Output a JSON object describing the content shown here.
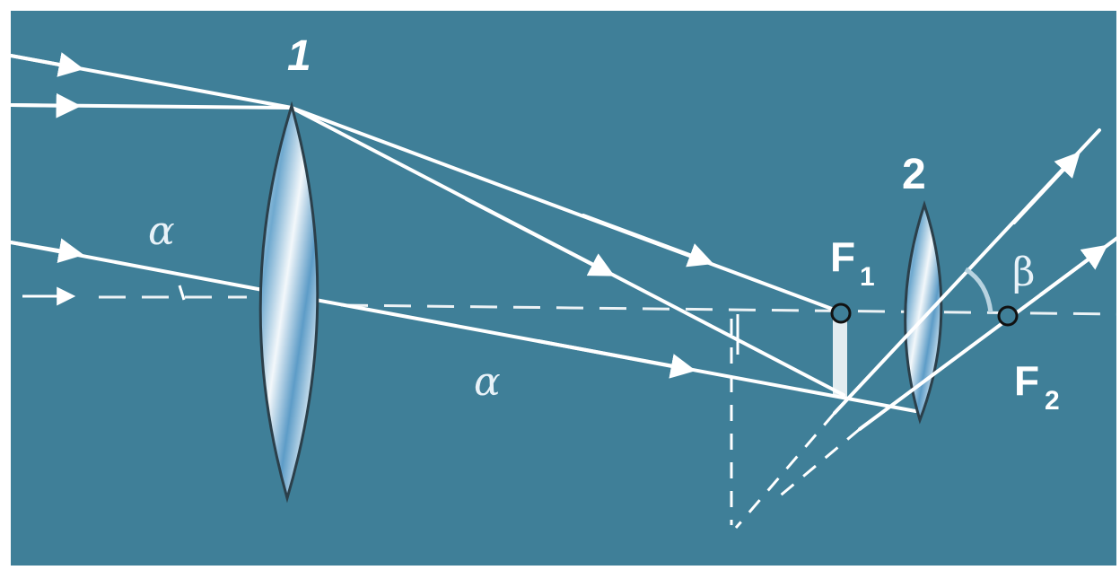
{
  "diagram": {
    "colors": {
      "background": "#3f7f98",
      "frame": "#ffffff",
      "rays": "#ffffff",
      "lens_fill": "#cfe3ef"
    },
    "labels": {
      "lens1": "1",
      "lens2": "2",
      "alpha_left": "α",
      "alpha_bottom": "α",
      "beta": "β",
      "f1_letter": "F",
      "f1_sub": "1",
      "f2_letter": "F",
      "f2_sub": "2"
    }
  }
}
